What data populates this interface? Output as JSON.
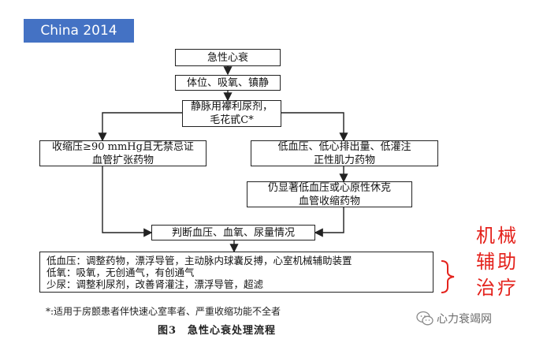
{
  "slide_tag": "China 2014",
  "flow": {
    "box1": "急性心衰",
    "box2": "体位、吸氧、镇静",
    "box3": [
      "静脉用襻利尿剂，",
      "毛花甙C*"
    ],
    "box_left": [
      "收缩压≥90 mmHg且无禁忌证",
      "血管扩张药物"
    ],
    "box_right": [
      "低血压、低心排出量、低灌注",
      "正性肌力药物"
    ],
    "box_right2": [
      "仍显著低血压或心原性休克",
      "血管收缩药物"
    ],
    "box_judge": "判断血压、血氧、尿量情况",
    "box_final": [
      "低血压：调整药物，漂浮导管，主动脉内球囊反搏，心室机械辅助装置",
      "低氧：吸氧，无创通气，有创通气",
      "少尿：调整利尿剂，改善肾灌注，漂浮导管，超滤"
    ]
  },
  "side_label": [
    "机械",
    "辅助",
    "治疗"
  ],
  "footnote": "*:适用于房颤患者伴快速心室率者、严重收缩功能不全者",
  "caption": "图3　急性心衰处理流程",
  "watermark": "心力衰竭网",
  "colors": {
    "tag_bg": "#4472c4",
    "side_label": "#e4221c",
    "brace": "#e4221c"
  }
}
